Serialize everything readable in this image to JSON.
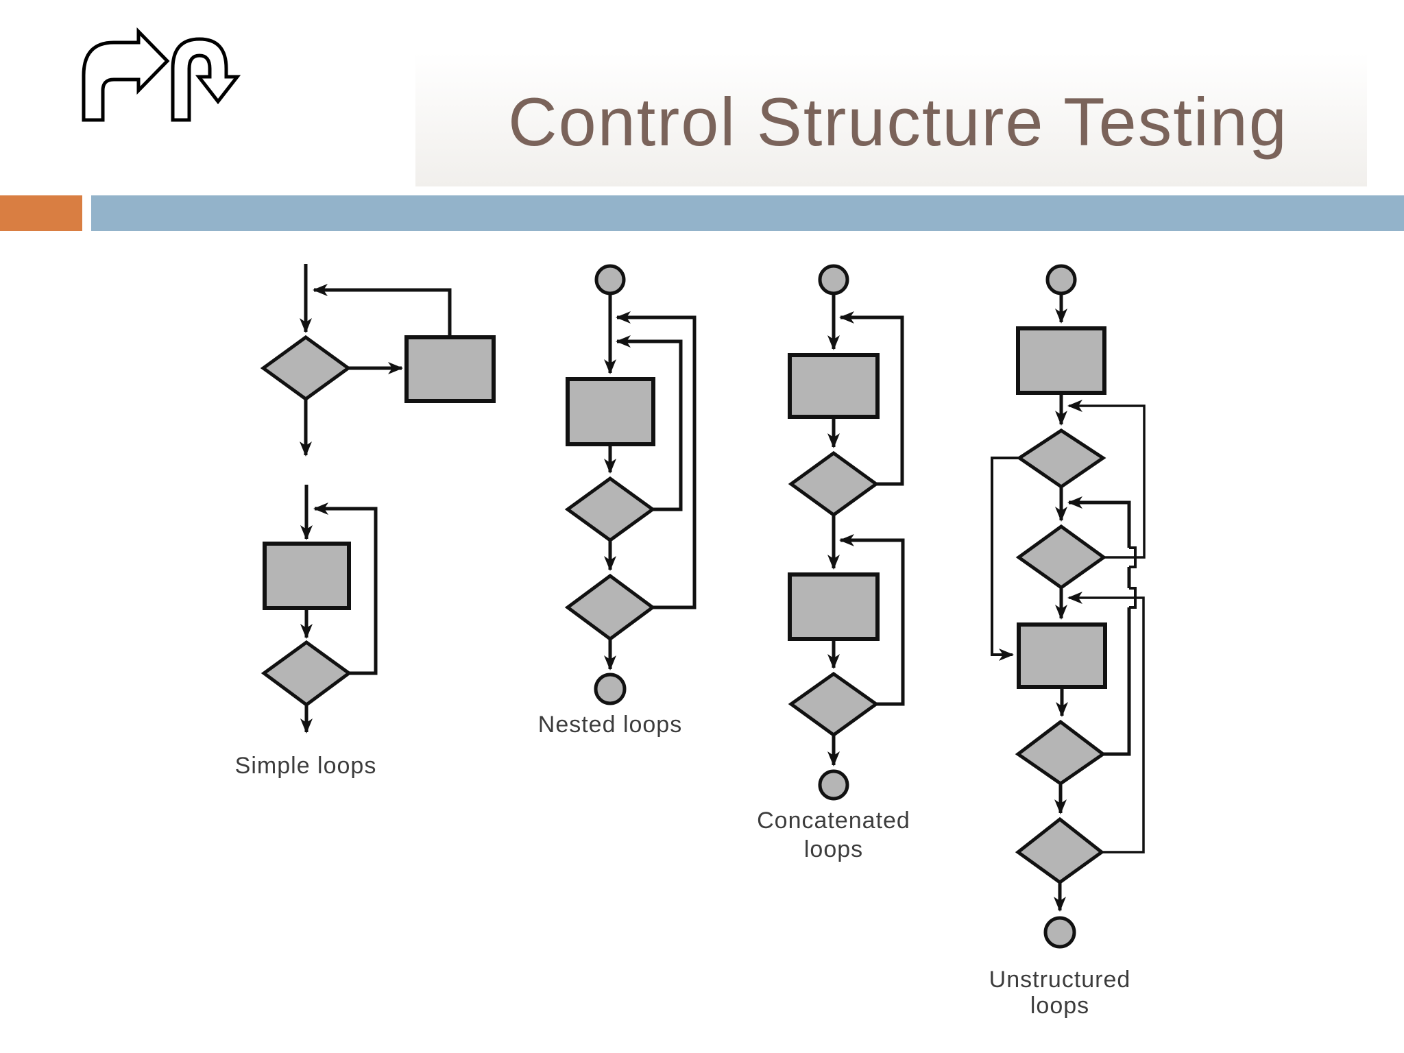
{
  "slide": {
    "title": "Control Structure Testing",
    "colors": {
      "title_brown": "#7a635a",
      "accent_orange": "#d97e42",
      "accent_blue": "#93b3ca",
      "shape_fill": "#b5b5b5",
      "line_color": "#111111",
      "label_color": "#3c3c3c"
    }
  },
  "icons": {
    "header_icon": "turn-arrows-icon"
  },
  "diagrams": {
    "simple": {
      "label": "Simple loops"
    },
    "nested": {
      "label": "Nested loops"
    },
    "concatenated": {
      "label_line1": "Concatenated",
      "label_line2": "loops"
    },
    "unstructured": {
      "label_line1": "Unstructured",
      "label_line2": "loops"
    }
  }
}
